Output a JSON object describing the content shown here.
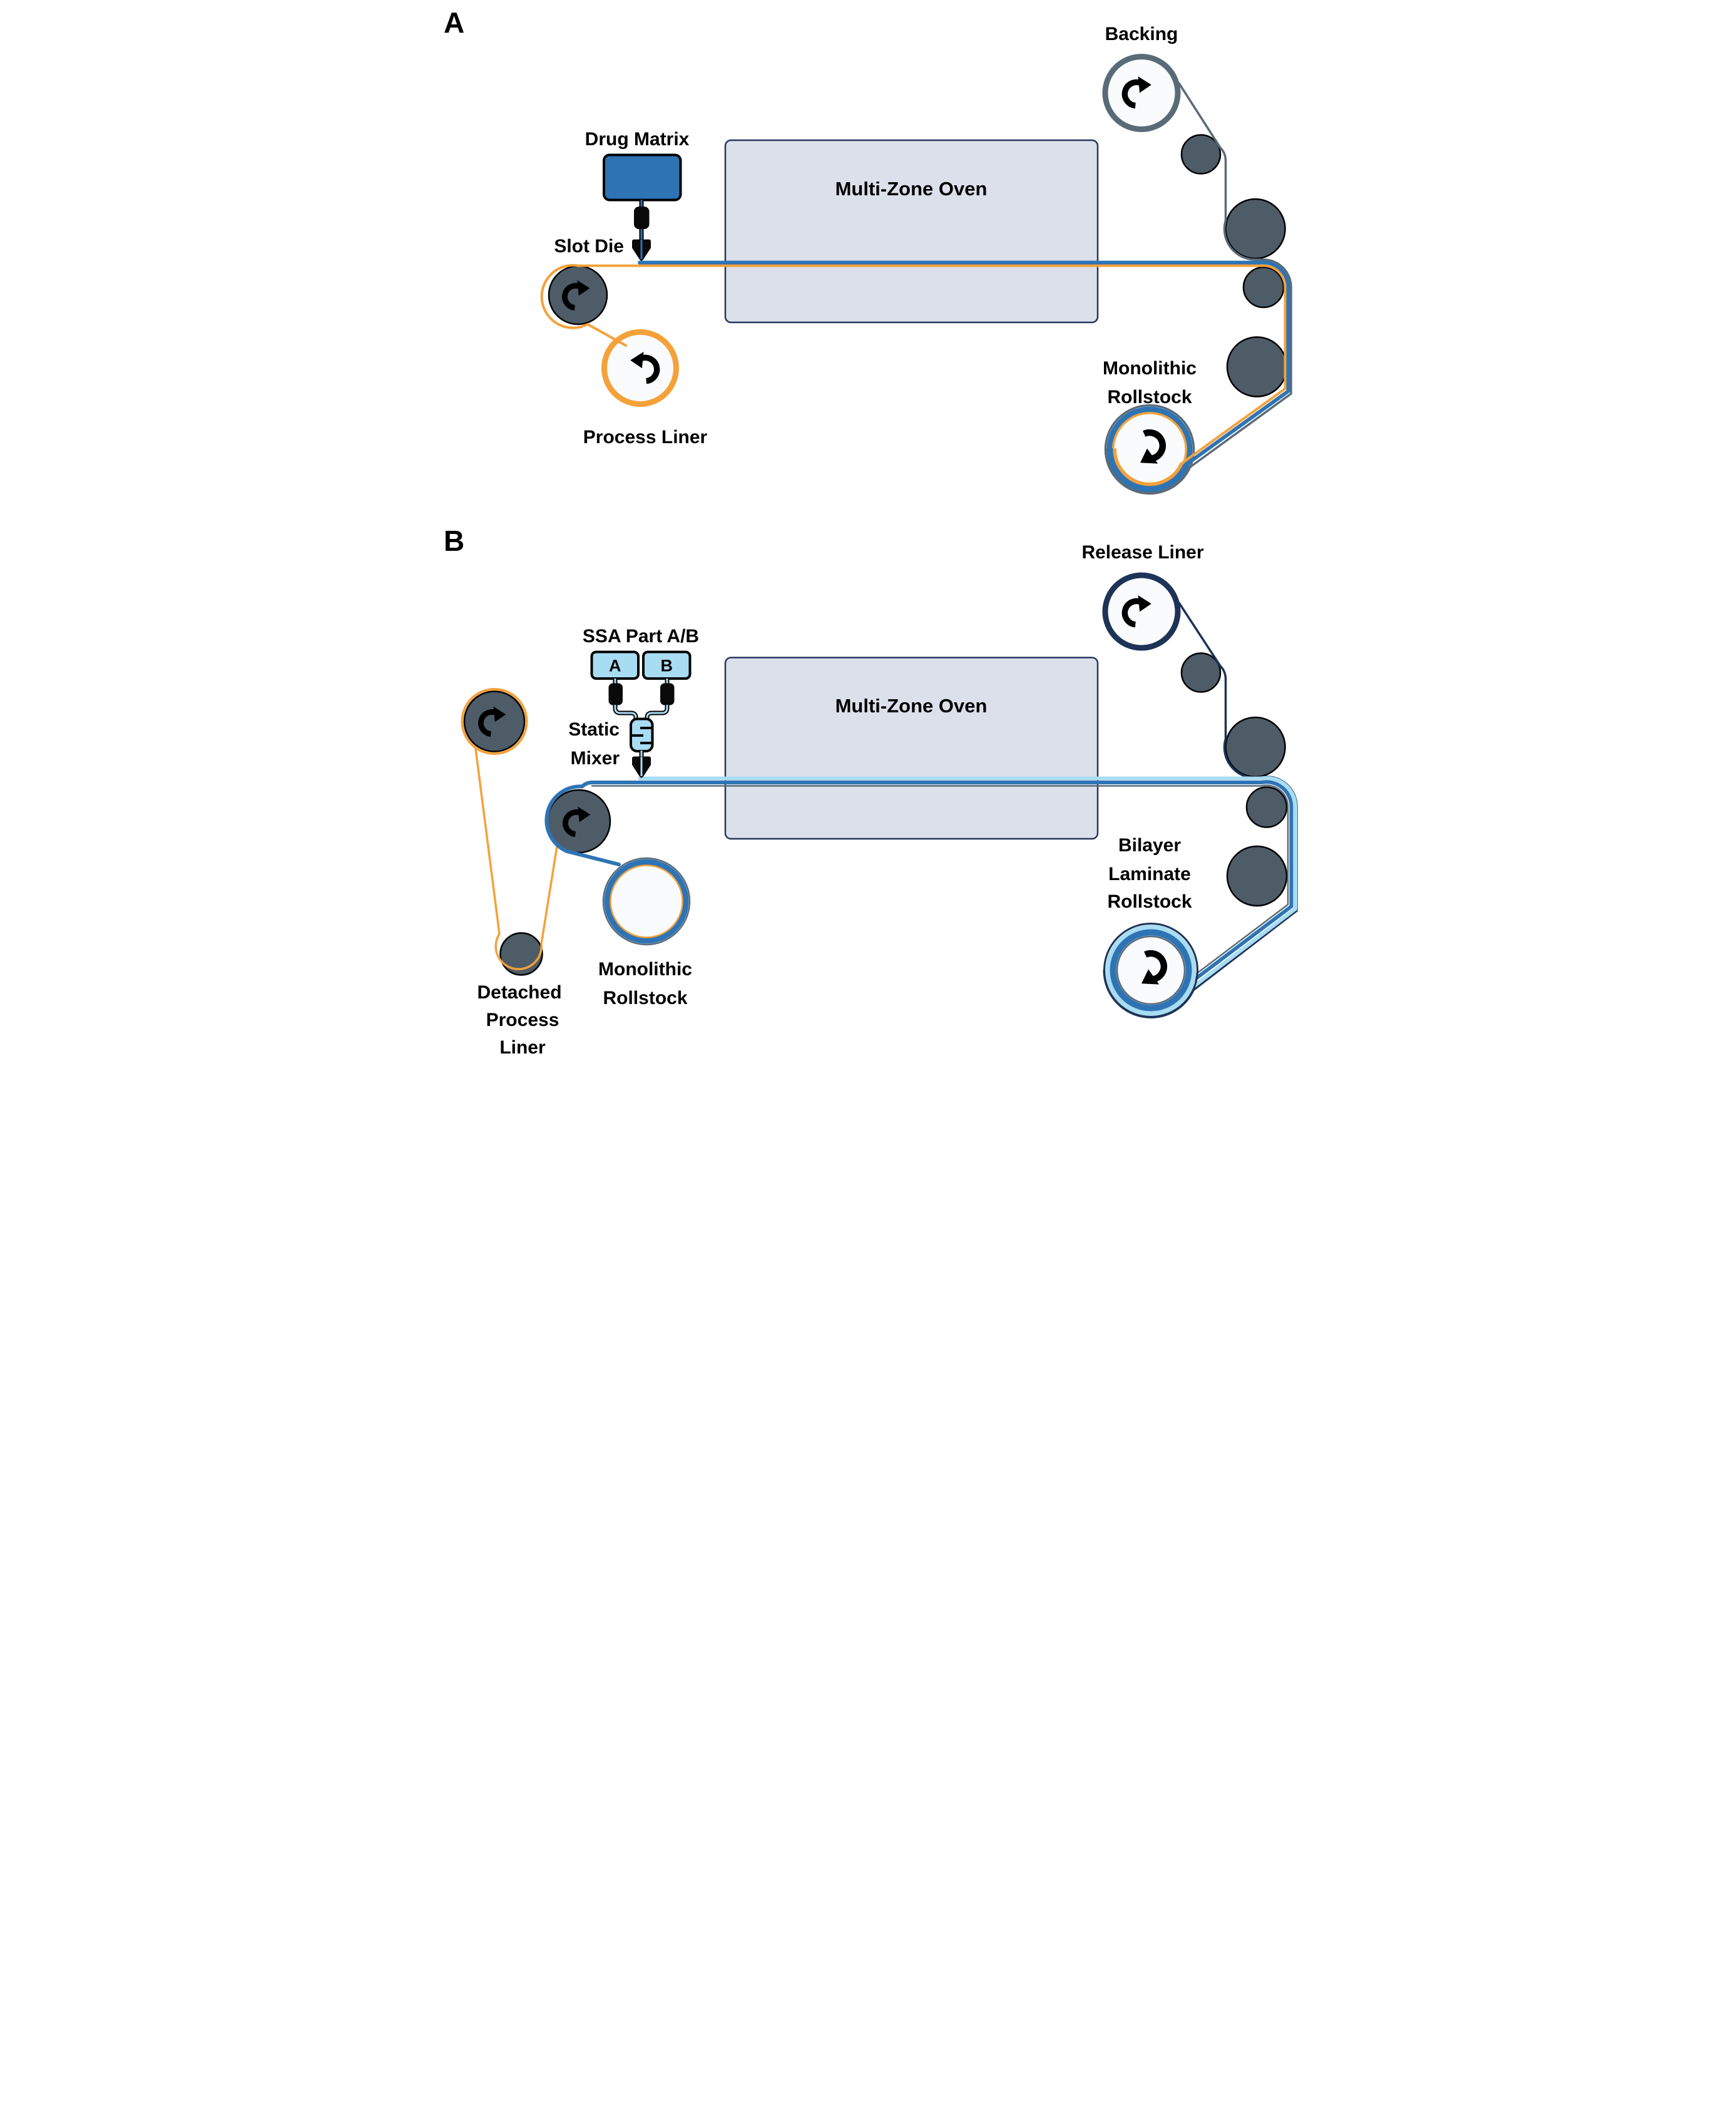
{
  "figure": {
    "type": "process-diagram",
    "description_visible_text_only": true
  },
  "panel_a": {
    "panel_letter": "A",
    "backing_label": "Backing",
    "drug_matrix_label": "Drug Matrix",
    "slot_die_label": "Slot Die",
    "oven_label": "Multi-Zone Oven",
    "process_liner_label": "Process Liner",
    "rollstock_label": [
      "Monolithic",
      "Rollstock"
    ]
  },
  "panel_b": {
    "panel_letter": "B",
    "release_liner_label": "Release Liner",
    "ssa_label": "SSA Part A/B",
    "tank_a_letter": "A",
    "tank_b_letter": "B",
    "static_mixer_label": [
      "Static",
      "Mixer"
    ],
    "oven_label": "Multi-Zone Oven",
    "detached_liner_label": [
      "Detached",
      "Process",
      "Liner"
    ],
    "monolithic_label": [
      "Monolithic",
      "Rollstock"
    ],
    "bilayer_label": [
      "Bilayer",
      "Laminate",
      "Rollstock"
    ]
  },
  "colors": {
    "web_blue": "#2e74b5",
    "web_orange": "#f5a13a",
    "coat_light_blue": "#a8dcf2",
    "liner_navy": "#1d3357",
    "backing_gray": "#5a6b78",
    "roller_fill": "#4e5c68",
    "roller_outline": "#000000",
    "roll_core_white": "#fafbfc",
    "oven_fill": "#dce0eb",
    "oven_border": "#23365c",
    "drug_matrix_blue": "#2e74b5",
    "pump_black": "#0a0a0a"
  }
}
